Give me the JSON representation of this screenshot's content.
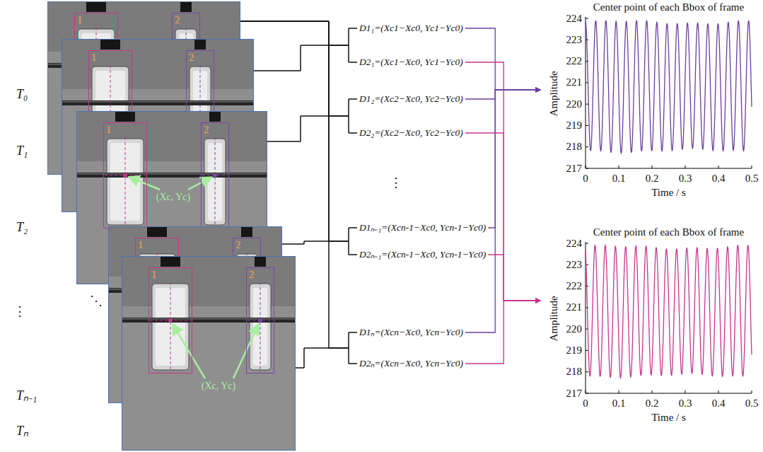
{
  "diagram": {
    "nodes": [
      {
        "text": [
          "T₀"
        ]
      },
      {
        "text": [
          "1"
        ],
        "in": 0
      },
      {
        "text": [
          "2"
        ],
        "in": 0
      },
      {
        "text": [
          "T₁"
        ]
      },
      {
        "text": [
          "1"
        ],
        "in": 3
      },
      {
        "text": [
          "2"
        ],
        "in": 3
      },
      {
        "text": [
          "T₂"
        ]
      },
      {
        "text": [
          "1"
        ],
        "in": 6
      },
      {
        "text": [
          "2"
        ],
        "in": 6
      },
      {
        "text": [
          "Tₙ₋₁"
        ]
      },
      {
        "text": [
          "1"
        ],
        "in": 9
      },
      {
        "text": [
          "2"
        ],
        "in": 9
      },
      {
        "text": [
          "Tₙ"
        ]
      },
      {
        "text": [
          "1"
        ],
        "in": 12
      },
      {
        "text": [
          "2"
        ],
        "in": 12
      },
      {
        "text": [
          "D1₁=(Xc1−Xc0, Yc1−Yc0)"
        ]
      },
      {
        "text": [
          "D2₁=(Xc1−Xc0, Yc1−Yc0)"
        ]
      },
      {
        "text": [
          "D1₂=(Xc2−Xc0, Yc2−Yc0)"
        ]
      },
      {
        "text": [
          "D2₂=(Xc2−Xc0, Yc2−Yc0)"
        ]
      },
      {
        "text": [
          "D1ₙ₋₁=(Xcn-1−Xc0, Ycn-1−Yc0)"
        ]
      },
      {
        "text": [
          "D2ₙ₋₁=(Xcn-1−Xc0, Ycn-1−Yc0)"
        ]
      },
      {
        "text": [
          "D1ₙ=(Xcn−Xc0, Ycn−Yc0)"
        ]
      },
      {
        "text": [
          "D2ₙ=(Xcn−Xc0, Ycn−Yc0)"
        ]
      },
      {
        "text": [
          "Center point of each Bbox of frame"
        ]
      },
      {
        "text": [
          "Center point of each Bbox of frame"
        ]
      }
    ],
    "edges": [
      {
        "from": 0,
        "to": 15,
        "arrow": "none"
      },
      {
        "from": 0,
        "to": 16,
        "arrow": "none"
      },
      {
        "from": 0,
        "to": 17,
        "arrow": "none"
      },
      {
        "from": 0,
        "to": 18,
        "arrow": "none"
      },
      {
        "from": 0,
        "to": 19,
        "arrow": "none"
      },
      {
        "from": 0,
        "to": 20,
        "arrow": "none"
      },
      {
        "from": 0,
        "to": 21,
        "arrow": "none"
      },
      {
        "from": 0,
        "to": 22,
        "arrow": "none"
      },
      {
        "from": 3,
        "to": 15,
        "arrow": "none"
      },
      {
        "from": 3,
        "to": 16,
        "arrow": "none"
      },
      {
        "from": 6,
        "to": 17,
        "arrow": "none"
      },
      {
        "from": 6,
        "to": 18,
        "arrow": "none"
      },
      {
        "from": 9,
        "to": 19,
        "arrow": "none"
      },
      {
        "from": 9,
        "to": 20,
        "arrow": "none"
      },
      {
        "from": 12,
        "to": 21,
        "arrow": "none"
      },
      {
        "from": 12,
        "to": 22,
        "arrow": "none"
      },
      {
        "from": 15,
        "to": 23,
        "arrow": "to"
      },
      {
        "from": 17,
        "to": 23,
        "arrow": "to"
      },
      {
        "from": 19,
        "to": 23,
        "arrow": "to"
      },
      {
        "from": 21,
        "to": 23,
        "arrow": "to"
      },
      {
        "from": 16,
        "to": 24,
        "arrow": "to"
      },
      {
        "from": 18,
        "to": 24,
        "arrow": "to"
      },
      {
        "from": 20,
        "to": 24,
        "arrow": "to"
      },
      {
        "from": 22,
        "to": 24,
        "arrow": "to"
      }
    ],
    "labels": [
      "⋮",
      "⋱",
      "(Xc, Yc)",
      "(Xc, Yc)",
      "⋮",
      "Amplitude",
      "Time / s",
      "224",
      "223",
      "222",
      "221",
      "220",
      "219",
      "218",
      "217",
      "0",
      "0.1",
      "0.2",
      "0.3",
      "0.4",
      "0.5",
      "Amplitude",
      "Time / s",
      "224",
      "223",
      "222",
      "221",
      "220",
      "219",
      "218",
      "217",
      "0",
      "0.1",
      "0.2",
      "0.3",
      "0.4",
      "0.5"
    ]
  }
}
